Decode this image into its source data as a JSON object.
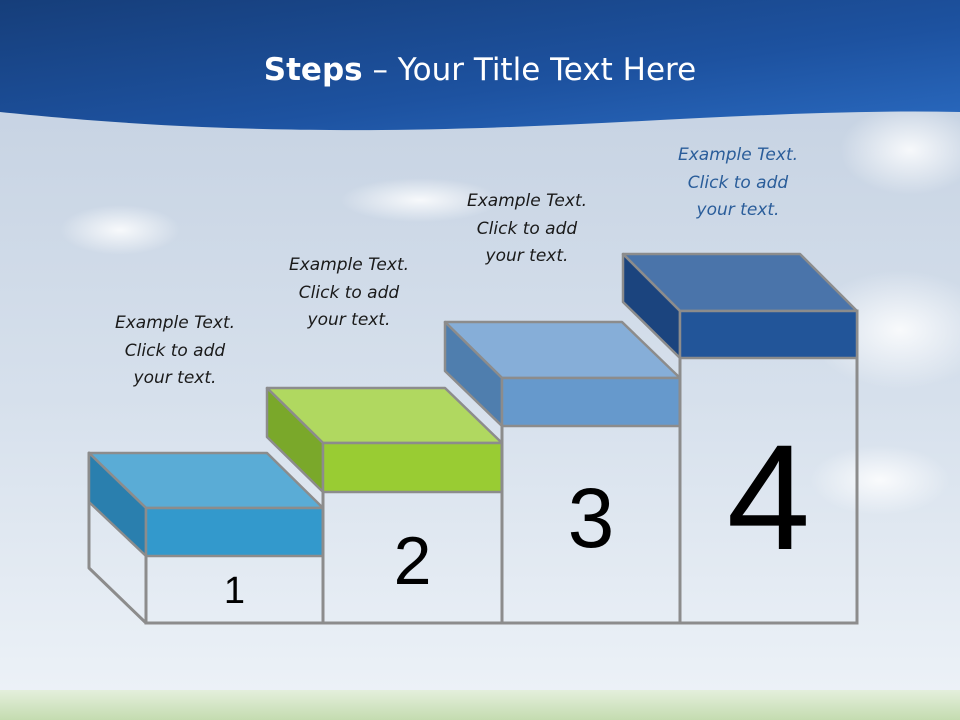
{
  "title": {
    "bold": "Steps",
    "rest": " – Your Title Text Here"
  },
  "colors": {
    "header": "#1f5aa6",
    "sky_top": "#c9d6e6",
    "sky_bottom": "#eef3f8",
    "grass": "#cfe3c0",
    "step1": "#3399cc",
    "step2": "#99cc33",
    "step3": "#6699cc",
    "step4": "#225599",
    "caption_dark": "#1a1a1a",
    "caption_blue": "#2a5d9a"
  },
  "steps": [
    {
      "number": "1",
      "caption": [
        "Example Text.",
        "Click  to add",
        "your text."
      ]
    },
    {
      "number": "2",
      "caption": [
        "Example Text.",
        "Click  to add",
        "your text."
      ]
    },
    {
      "number": "3",
      "caption": [
        "Example Text.",
        "Click  to add",
        "your text."
      ]
    },
    {
      "number": "4",
      "caption": [
        "Example Text.",
        "Click  to add",
        "your text."
      ]
    }
  ]
}
